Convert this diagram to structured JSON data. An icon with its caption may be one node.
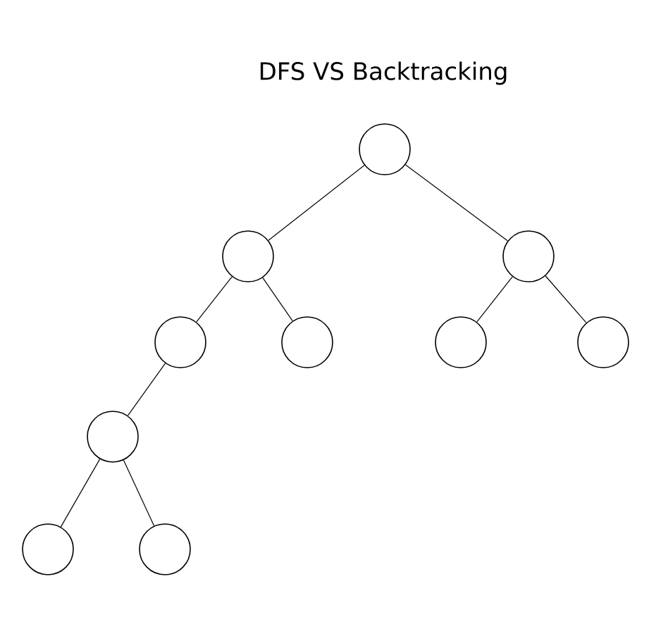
{
  "diagram": {
    "title": "DFS VS Backtracking",
    "nodes": [
      {
        "text": [],
        "shape": "circle"
      },
      {
        "text": [],
        "shape": "circle"
      },
      {
        "text": [],
        "shape": "circle"
      },
      {
        "text": [],
        "shape": "circle"
      },
      {
        "text": [],
        "shape": "circle"
      },
      {
        "text": [],
        "shape": "circle"
      },
      {
        "text": [],
        "shape": "circle"
      },
      {
        "text": [],
        "shape": "circle"
      },
      {
        "text": [],
        "shape": "circle"
      },
      {
        "text": [],
        "shape": "circle"
      }
    ],
    "edges": [
      {
        "from": 0,
        "to": 1,
        "arrow": "none"
      },
      {
        "from": 0,
        "to": 2,
        "arrow": "none"
      },
      {
        "from": 1,
        "to": 3,
        "arrow": "none"
      },
      {
        "from": 1,
        "to": 4,
        "arrow": "none"
      },
      {
        "from": 2,
        "to": 5,
        "arrow": "none"
      },
      {
        "from": 2,
        "to": 6,
        "arrow": "none"
      },
      {
        "from": 3,
        "to": 7,
        "arrow": "none"
      },
      {
        "from": 7,
        "to": 8,
        "arrow": "none"
      },
      {
        "from": 7,
        "to": 9,
        "arrow": "none"
      }
    ]
  }
}
